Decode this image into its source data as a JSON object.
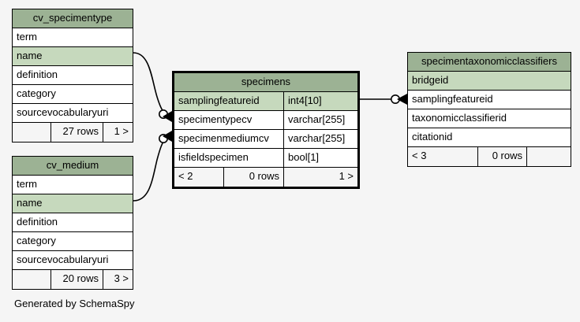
{
  "diagram": {
    "caption": "Generated by SchemaSpy",
    "background_color": "#f5f5f5",
    "header_color": "#9cb294",
    "key_row_color": "#c6d9bd",
    "border_color": "#000000"
  },
  "tables": {
    "cv_specimentype": {
      "title": "cv_specimentype",
      "columns": [
        {
          "name": "term",
          "key": false
        },
        {
          "name": "name",
          "key": true
        },
        {
          "name": "definition",
          "key": false
        },
        {
          "name": "category",
          "key": false
        },
        {
          "name": "sourcevocabularyuri",
          "key": false
        }
      ],
      "footer": {
        "left": "",
        "middle": "27 rows",
        "right": "1 >"
      }
    },
    "cv_medium": {
      "title": "cv_medium",
      "columns": [
        {
          "name": "term",
          "key": false
        },
        {
          "name": "name",
          "key": true
        },
        {
          "name": "definition",
          "key": false
        },
        {
          "name": "category",
          "key": false
        },
        {
          "name": "sourcevocabularyuri",
          "key": false
        }
      ],
      "footer": {
        "left": "",
        "middle": "20 rows",
        "right": "3 >"
      }
    },
    "specimens": {
      "title": "specimens",
      "columns": [
        {
          "name": "samplingfeatureid",
          "type": "int4[10]",
          "key": true
        },
        {
          "name": "specimentypecv",
          "type": "varchar[255]",
          "key": false
        },
        {
          "name": "specimenmediumcv",
          "type": "varchar[255]",
          "key": false
        },
        {
          "name": "isfieldspecimen",
          "type": "bool[1]",
          "key": false
        }
      ],
      "footer": {
        "left": "< 2",
        "middle": "0 rows",
        "right": "1 >"
      }
    },
    "specimentaxonomicclassifiers": {
      "title": "specimentaxonomicclassifiers",
      "columns": [
        {
          "name": "bridgeid",
          "key": true
        },
        {
          "name": "samplingfeatureid",
          "key": false
        },
        {
          "name": "taxonomicclassifierid",
          "key": false
        },
        {
          "name": "citationid",
          "key": false
        }
      ],
      "footer": {
        "left": "< 3",
        "middle": "0 rows",
        "right": ""
      }
    }
  },
  "relationships": [
    {
      "from": "cv_specimentype.name",
      "to": "specimens.specimentypecv"
    },
    {
      "from": "cv_medium.name",
      "to": "specimens.specimenmediumcv"
    },
    {
      "from": "specimens.samplingfeatureid",
      "to": "specimentaxonomicclassifiers.samplingfeatureid"
    }
  ]
}
